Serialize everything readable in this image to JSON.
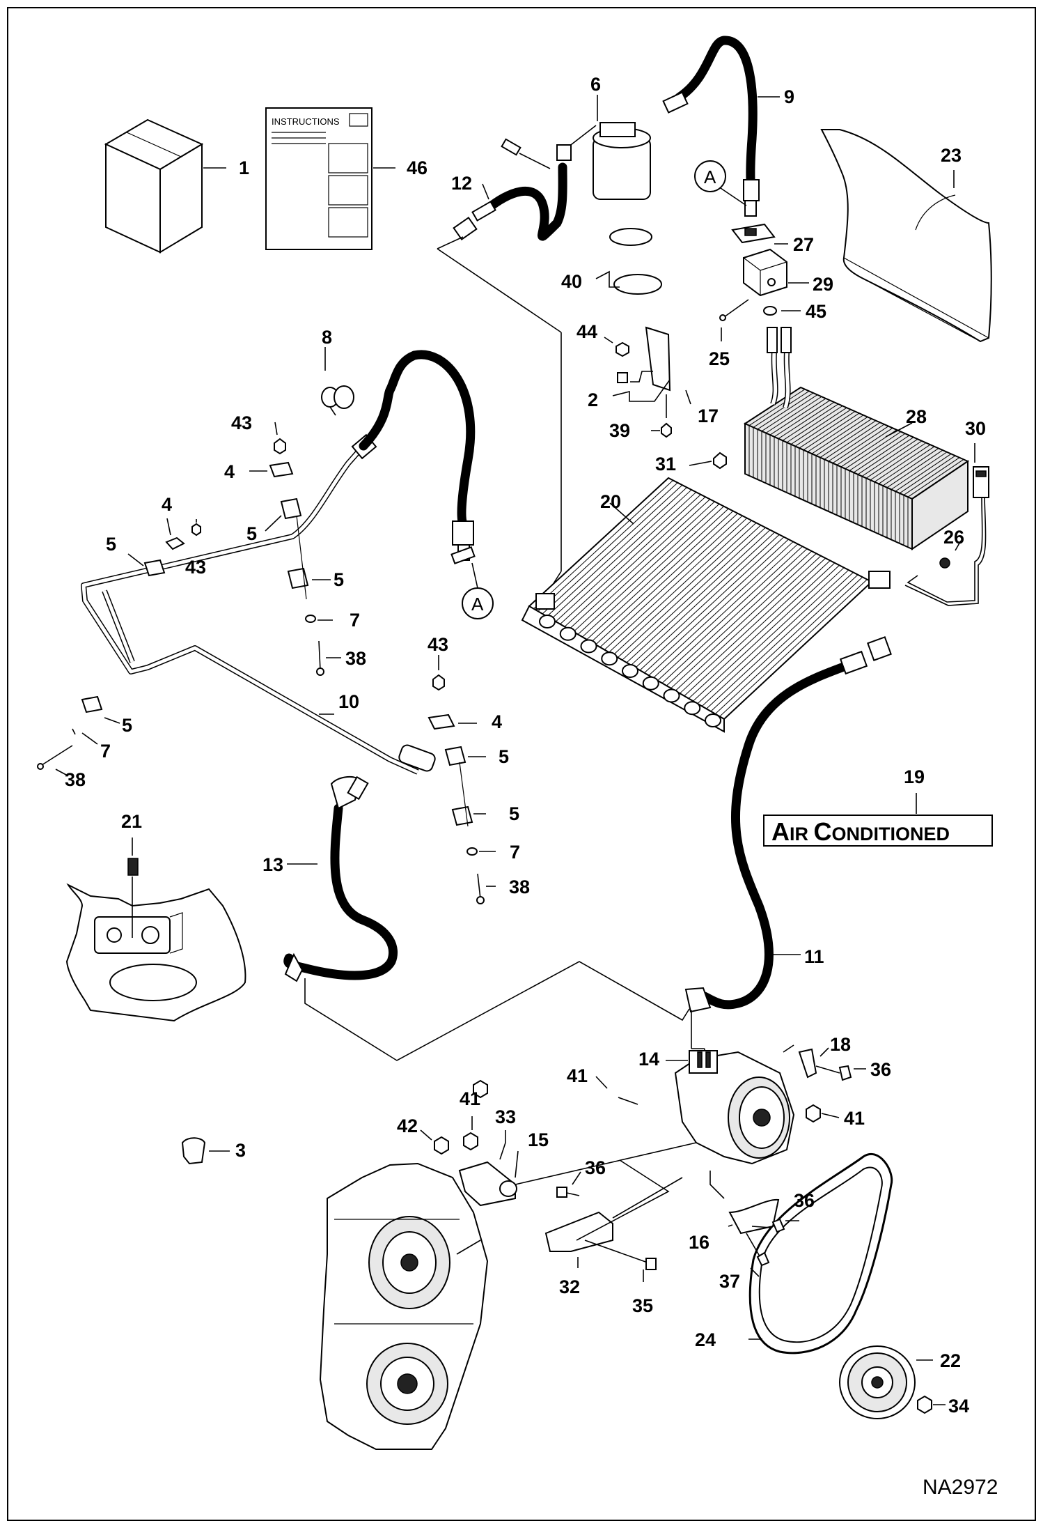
{
  "callouts": {
    "n1": "1",
    "n2": "2",
    "n3": "3",
    "n4": "4",
    "n5": "5",
    "n6": "6",
    "n7": "7",
    "n8": "8",
    "n9": "9",
    "n10": "10",
    "n11": "11",
    "n12": "12",
    "n13": "13",
    "n14": "14",
    "n15": "15",
    "n16": "16",
    "n17": "17",
    "n18": "18",
    "n19": "19",
    "n20": "20",
    "n21": "21",
    "n22": "22",
    "n23": "23",
    "n24": "24",
    "n25": "25",
    "n26": "26",
    "n27": "27",
    "n28": "28",
    "n29": "29",
    "n30": "30",
    "n31": "31",
    "n32": "32",
    "n33": "33",
    "n34": "34",
    "n35": "35",
    "n36": "36",
    "n37": "37",
    "n38": "38",
    "n39": "39",
    "n40": "40",
    "n41": "41",
    "n42": "42",
    "n43": "43",
    "n44": "44",
    "n45": "45",
    "n46": "46"
  },
  "connector_label": "A",
  "instructions_label": "INSTRUCTIONS",
  "air_conditioned": {
    "big1": "A",
    "small1": "IR ",
    "big2": "C",
    "small2": "ONDITIONED"
  },
  "drawing_code": "NA2972"
}
